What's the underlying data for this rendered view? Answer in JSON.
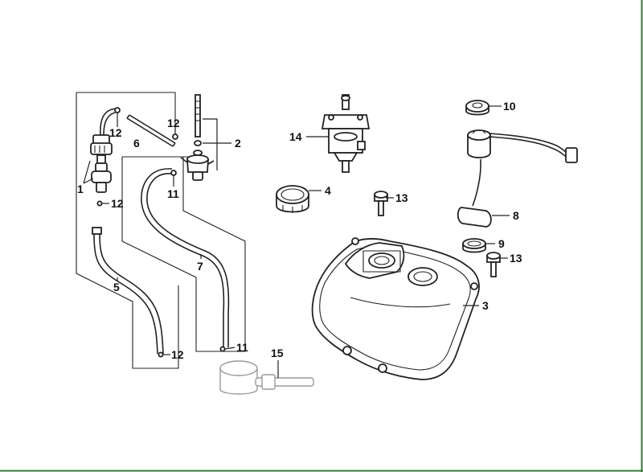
{
  "colors": {
    "background": "#ffffff",
    "border": "#2e7d32",
    "line": "#222222",
    "ghost": "#9a9a9a"
  },
  "callouts": {
    "c1": "1",
    "c2": "2",
    "c3": "3",
    "c4": "4",
    "c5": "5",
    "c6": "6",
    "c7": "7",
    "c8": "8",
    "c9": "9",
    "c10": "10",
    "c11a": "11",
    "c11b": "11",
    "c12a": "12",
    "c12b": "12",
    "c12c": "12",
    "c12d": "12",
    "c13a": "13",
    "c13b": "13",
    "c14": "14",
    "c15": "15"
  }
}
